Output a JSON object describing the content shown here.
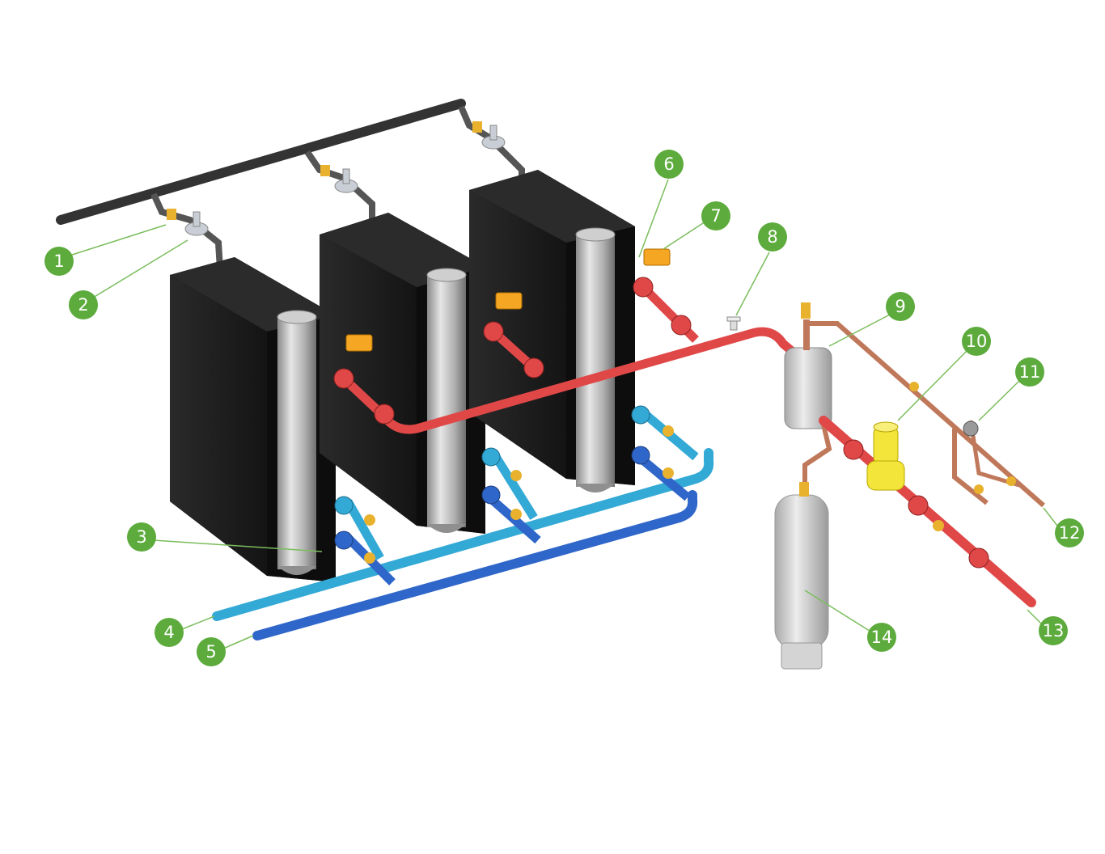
{
  "diagram": {
    "description_free": true,
    "colors": {
      "callout_fill": "#5cab3c",
      "leader_line": "#7bbd5c",
      "gas_pipe": "#3a3a3a",
      "boiler_body": "#1c1c1c",
      "flue": "#b9b9b9",
      "supply_pipe": "#e04848",
      "return_pipe_light": "#33a9d6",
      "return_pipe_dark": "#2f66c9",
      "copper_pipe": "#c0785a",
      "tank": "#d6d6d6",
      "valve_handle": "#f5a623",
      "fitting_brass": "#e8b22e",
      "pump": "#f4e53a"
    },
    "callouts": [
      {
        "label": "1"
      },
      {
        "label": "2"
      },
      {
        "label": "3"
      },
      {
        "label": "4"
      },
      {
        "label": "5"
      },
      {
        "label": "6"
      },
      {
        "label": "7"
      },
      {
        "label": "8"
      },
      {
        "label": "9"
      },
      {
        "label": "10"
      },
      {
        "label": "11"
      },
      {
        "label": "12"
      },
      {
        "label": "13"
      },
      {
        "label": "14"
      }
    ]
  }
}
